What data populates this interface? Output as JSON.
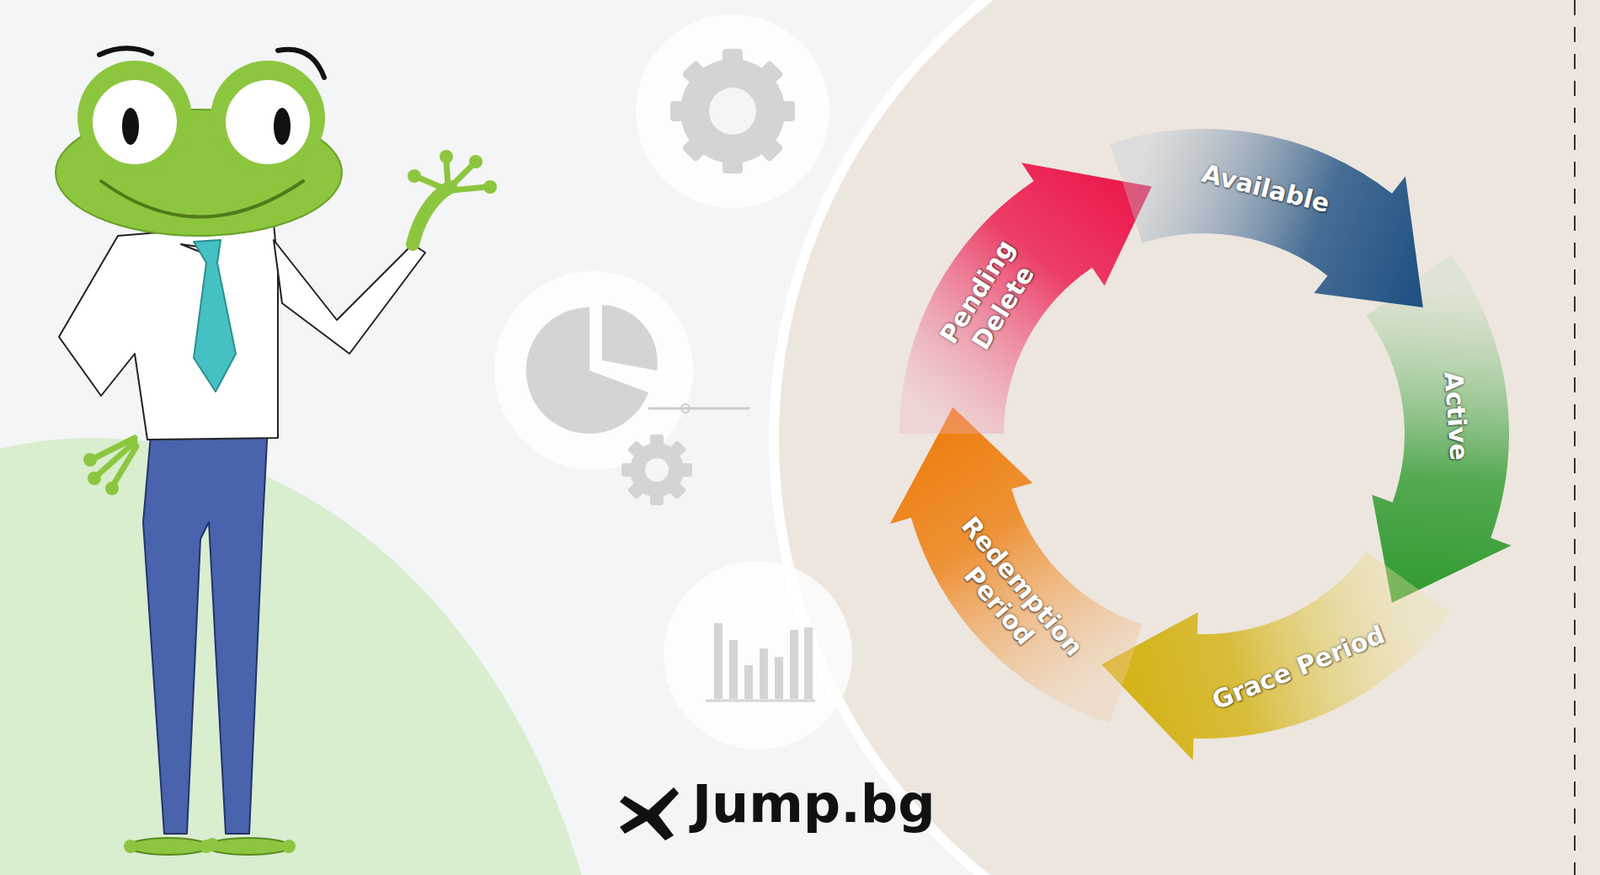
{
  "diagram": {
    "nodes": [
      {
        "text": [
          "Available"
        ]
      },
      {
        "text": [
          "Active"
        ]
      },
      {
        "text": [
          "Grace Period"
        ]
      },
      {
        "text": [
          "Redemption Period"
        ]
      },
      {
        "text": [
          "Pending Delete"
        ]
      }
    ],
    "labels": [
      "Jump.bg"
    ]
  }
}
